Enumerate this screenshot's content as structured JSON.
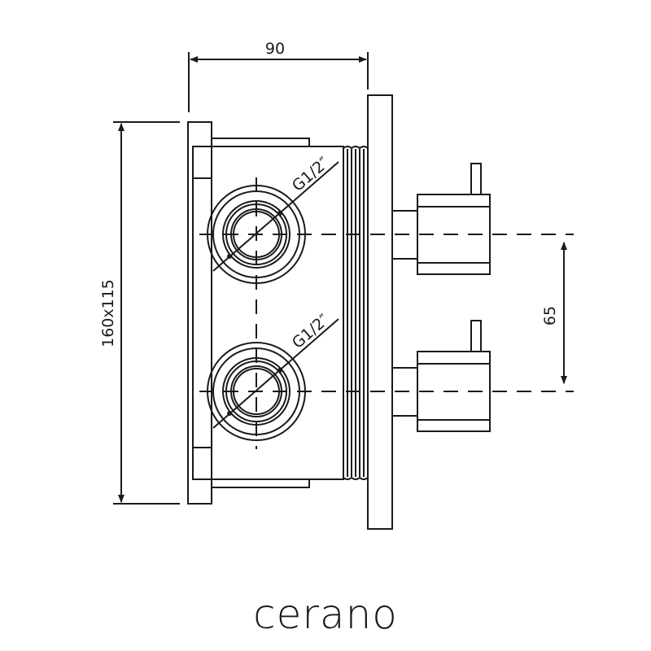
{
  "dimensions": {
    "depth": "90",
    "box_size": "160x115",
    "handle_spacing": "65",
    "connection_top": "G1/2″",
    "connection_bottom": "G1/2″"
  },
  "brand": {
    "name": "cerano"
  },
  "colors": {
    "line": "#1a1a1a",
    "background": "#ffffff"
  }
}
